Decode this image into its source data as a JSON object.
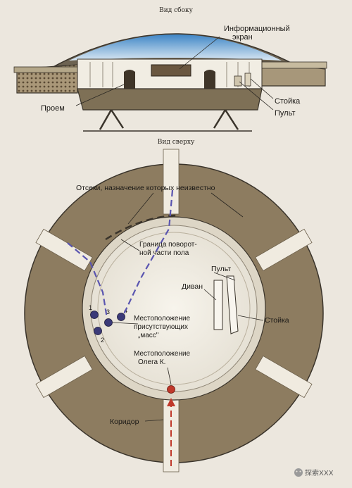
{
  "side_view": {
    "title": "Вид сбоку",
    "labels": {
      "screen_line1": "Информационный",
      "screen_line2": "экран",
      "opening": "Проем",
      "rack": "Стойка",
      "console": "Пульт"
    }
  },
  "top_view": {
    "title": "Вид сверху",
    "labels": {
      "compartments": "Отсеки, назначение которых неизвестно",
      "boundary_line1": "Граница поворот-",
      "boundary_line2": "ной части пола",
      "console": "Пульт",
      "sofa": "Диван",
      "rack": "Стойка",
      "masses_line1": "Местоположение",
      "masses_line2": "присутствующих",
      "masses_line3": "„масс\"",
      "oleg_line1": "Местоположение",
      "oleg_line2": "Олега К.",
      "corridor": "Коридор"
    },
    "markers": [
      "1",
      "2",
      "3",
      "4"
    ]
  },
  "watermark": {
    "text": "探索XXX"
  },
  "colors": {
    "paper": "#ece7de",
    "wall": "#8c7c62",
    "floor": "#f3efe6",
    "marker": "#3b3a78",
    "path": "#5a55b0",
    "dot": "#c0392b",
    "arrow": "#c0392b",
    "glass": "#9dbfdc"
  }
}
